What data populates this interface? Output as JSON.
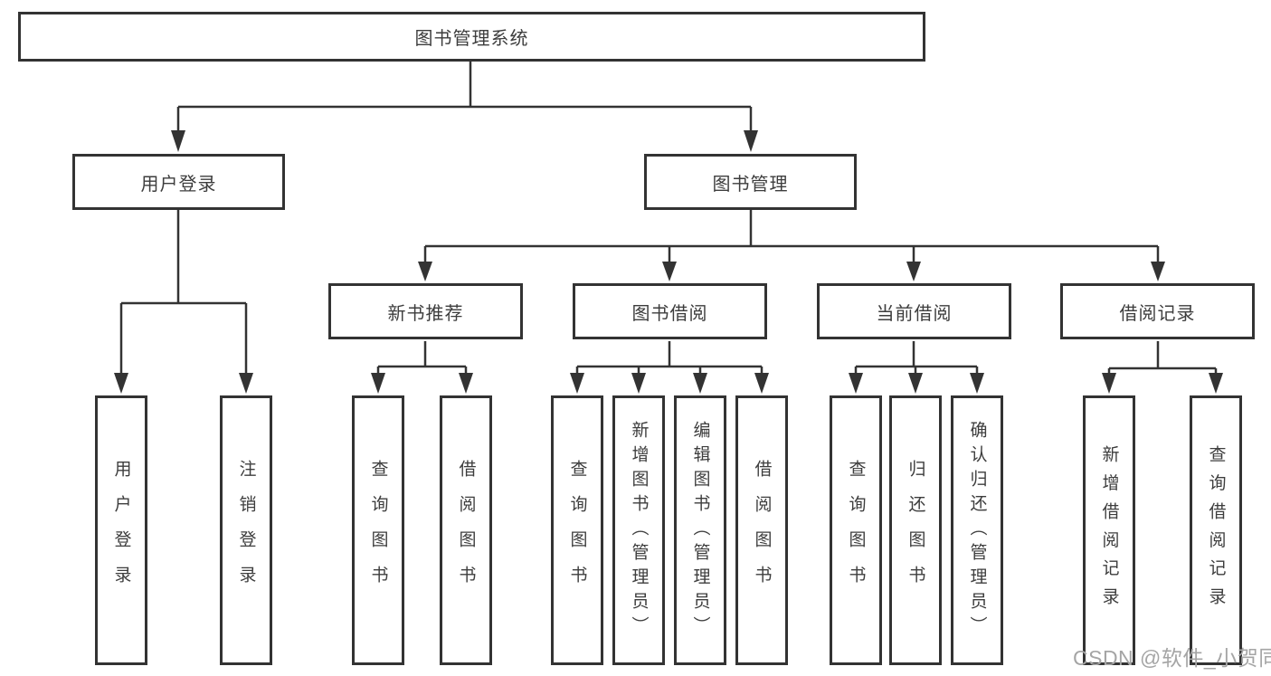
{
  "diagram": {
    "root": {
      "label": "图书管理系统"
    },
    "level2": [
      {
        "label": "用户登录"
      },
      {
        "label": "图书管理"
      }
    ],
    "level3": [
      {
        "label": "新书推荐"
      },
      {
        "label": "图书借阅"
      },
      {
        "label": "当前借阅"
      },
      {
        "label": "借阅记录"
      }
    ],
    "leaves": {
      "user_login": [
        {
          "label": "用户登录"
        },
        {
          "label": "注销登录"
        }
      ],
      "new_book_recommend": [
        {
          "label": "查询图书"
        },
        {
          "label": "借阅图书"
        }
      ],
      "book_borrow": [
        {
          "label": "查询图书"
        },
        {
          "label": "新增图书（管理员）"
        },
        {
          "label": "编辑图书（管理员）"
        },
        {
          "label": "借阅图书"
        }
      ],
      "current_borrow": [
        {
          "label": "查询图书"
        },
        {
          "label": "归还图书"
        },
        {
          "label": "确认归还（管理员）"
        }
      ],
      "borrow_records": [
        {
          "label": "新增借阅记录"
        },
        {
          "label": "查询借阅记录"
        }
      ]
    },
    "colors": {
      "line": "#333333",
      "text": "#3d3d3d",
      "watermark_text": "#a5a5a5",
      "background": "#ffffff"
    }
  },
  "watermark": {
    "text": "CSDN @软件_小贺同学"
  }
}
